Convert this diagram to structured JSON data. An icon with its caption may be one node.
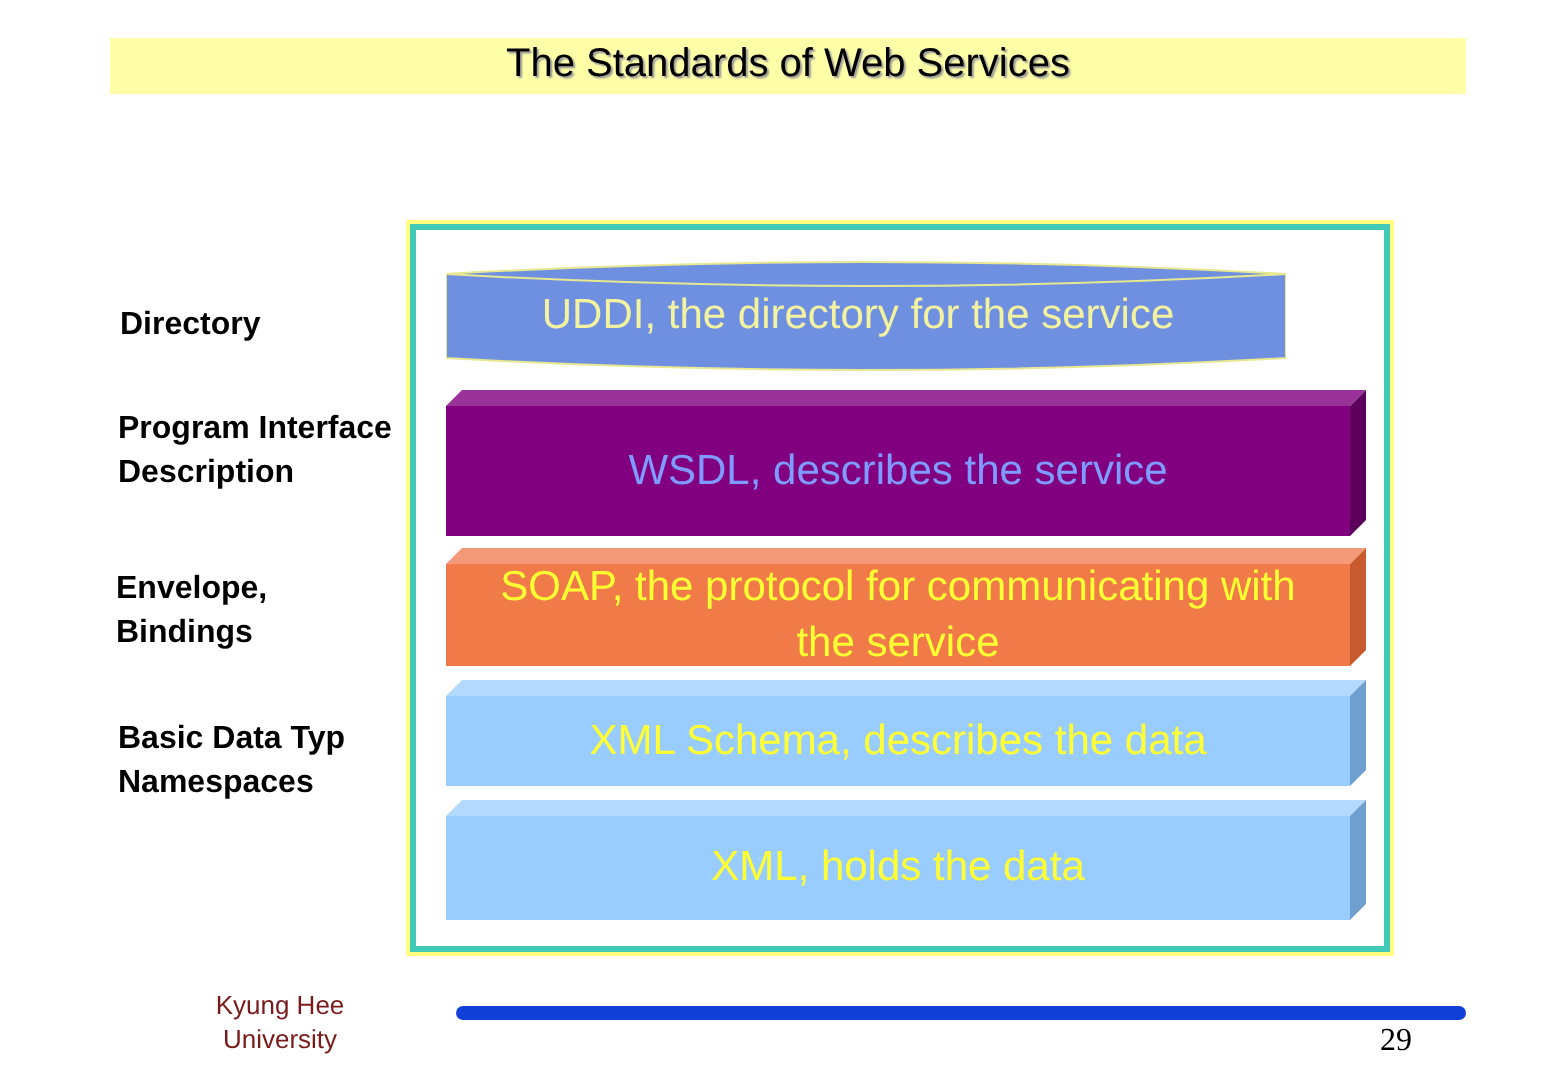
{
  "diagram": {
    "title": "The Standards of Web Services",
    "nodes": [
      {
        "text": [],
        "shape": "box"
      },
      {
        "text": [
          "UDDI, the directory for the service"
        ],
        "in": 0
      },
      {
        "text": [
          "WSDL, describes the service"
        ],
        "in": 0
      },
      {
        "text": [
          "SOAP, the protocol for communicating with the service"
        ],
        "in": 0
      },
      {
        "text": [
          "XML Schema, describes the data"
        ],
        "in": 0
      },
      {
        "text": [
          "XML, holds the data"
        ],
        "in": 0
      }
    ],
    "edges": [],
    "labels": [
      "Directory",
      "Program Interface Description",
      "Envelope, Bindings",
      "Basic Data Typ Namespaces",
      "Kyung Hee University",
      "29"
    ]
  }
}
